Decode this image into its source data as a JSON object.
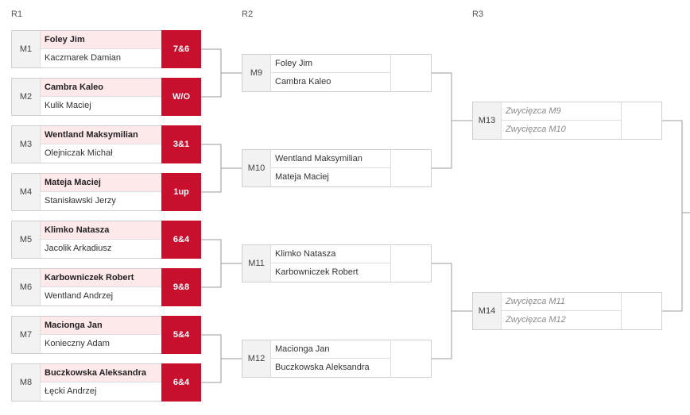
{
  "rounds": [
    "R1",
    "R2",
    "R3"
  ],
  "r1": [
    {
      "id": "M1",
      "p1": "Foley Jim",
      "p2": "Kaczmarek Damian",
      "score": "7&6"
    },
    {
      "id": "M2",
      "p1": "Cambra Kaleo",
      "p2": "Kulik Maciej",
      "score": "W/O"
    },
    {
      "id": "M3",
      "p1": "Wentland Maksymilian",
      "p2": "Olejniczak Michał",
      "score": "3&1"
    },
    {
      "id": "M4",
      "p1": "Mateja Maciej",
      "p2": "Stanisławski Jerzy",
      "score": "1up"
    },
    {
      "id": "M5",
      "p1": "Klimko Natasza",
      "p2": "Jacolik Arkadiusz",
      "score": "6&4"
    },
    {
      "id": "M6",
      "p1": "Karbowniczek Robert",
      "p2": "Wentland Andrzej",
      "score": "9&8"
    },
    {
      "id": "M7",
      "p1": "Macionga Jan",
      "p2": "Konieczny Adam",
      "score": "5&4"
    },
    {
      "id": "M8",
      "p1": "Buczkowska Aleksandra",
      "p2": "Łęcki Andrzej",
      "score": "6&4"
    }
  ],
  "r2": [
    {
      "id": "M9",
      "p1": "Foley Jim",
      "p2": "Cambra Kaleo"
    },
    {
      "id": "M10",
      "p1": "Wentland Maksymilian",
      "p2": "Mateja Maciej"
    },
    {
      "id": "M11",
      "p1": "Klimko Natasza",
      "p2": "Karbowniczek Robert"
    },
    {
      "id": "M12",
      "p1": "Macionga Jan",
      "p2": "Buczkowska Aleksandra"
    }
  ],
  "r3": [
    {
      "id": "M13",
      "p1": "Zwycięzca M9",
      "p2": "Zwycięzca M10"
    },
    {
      "id": "M14",
      "p1": "Zwycięzca M11",
      "p2": "Zwycięzca M12"
    }
  ],
  "colors": {
    "accent": "#c8102e",
    "winner_bg": "#fde8ea"
  }
}
